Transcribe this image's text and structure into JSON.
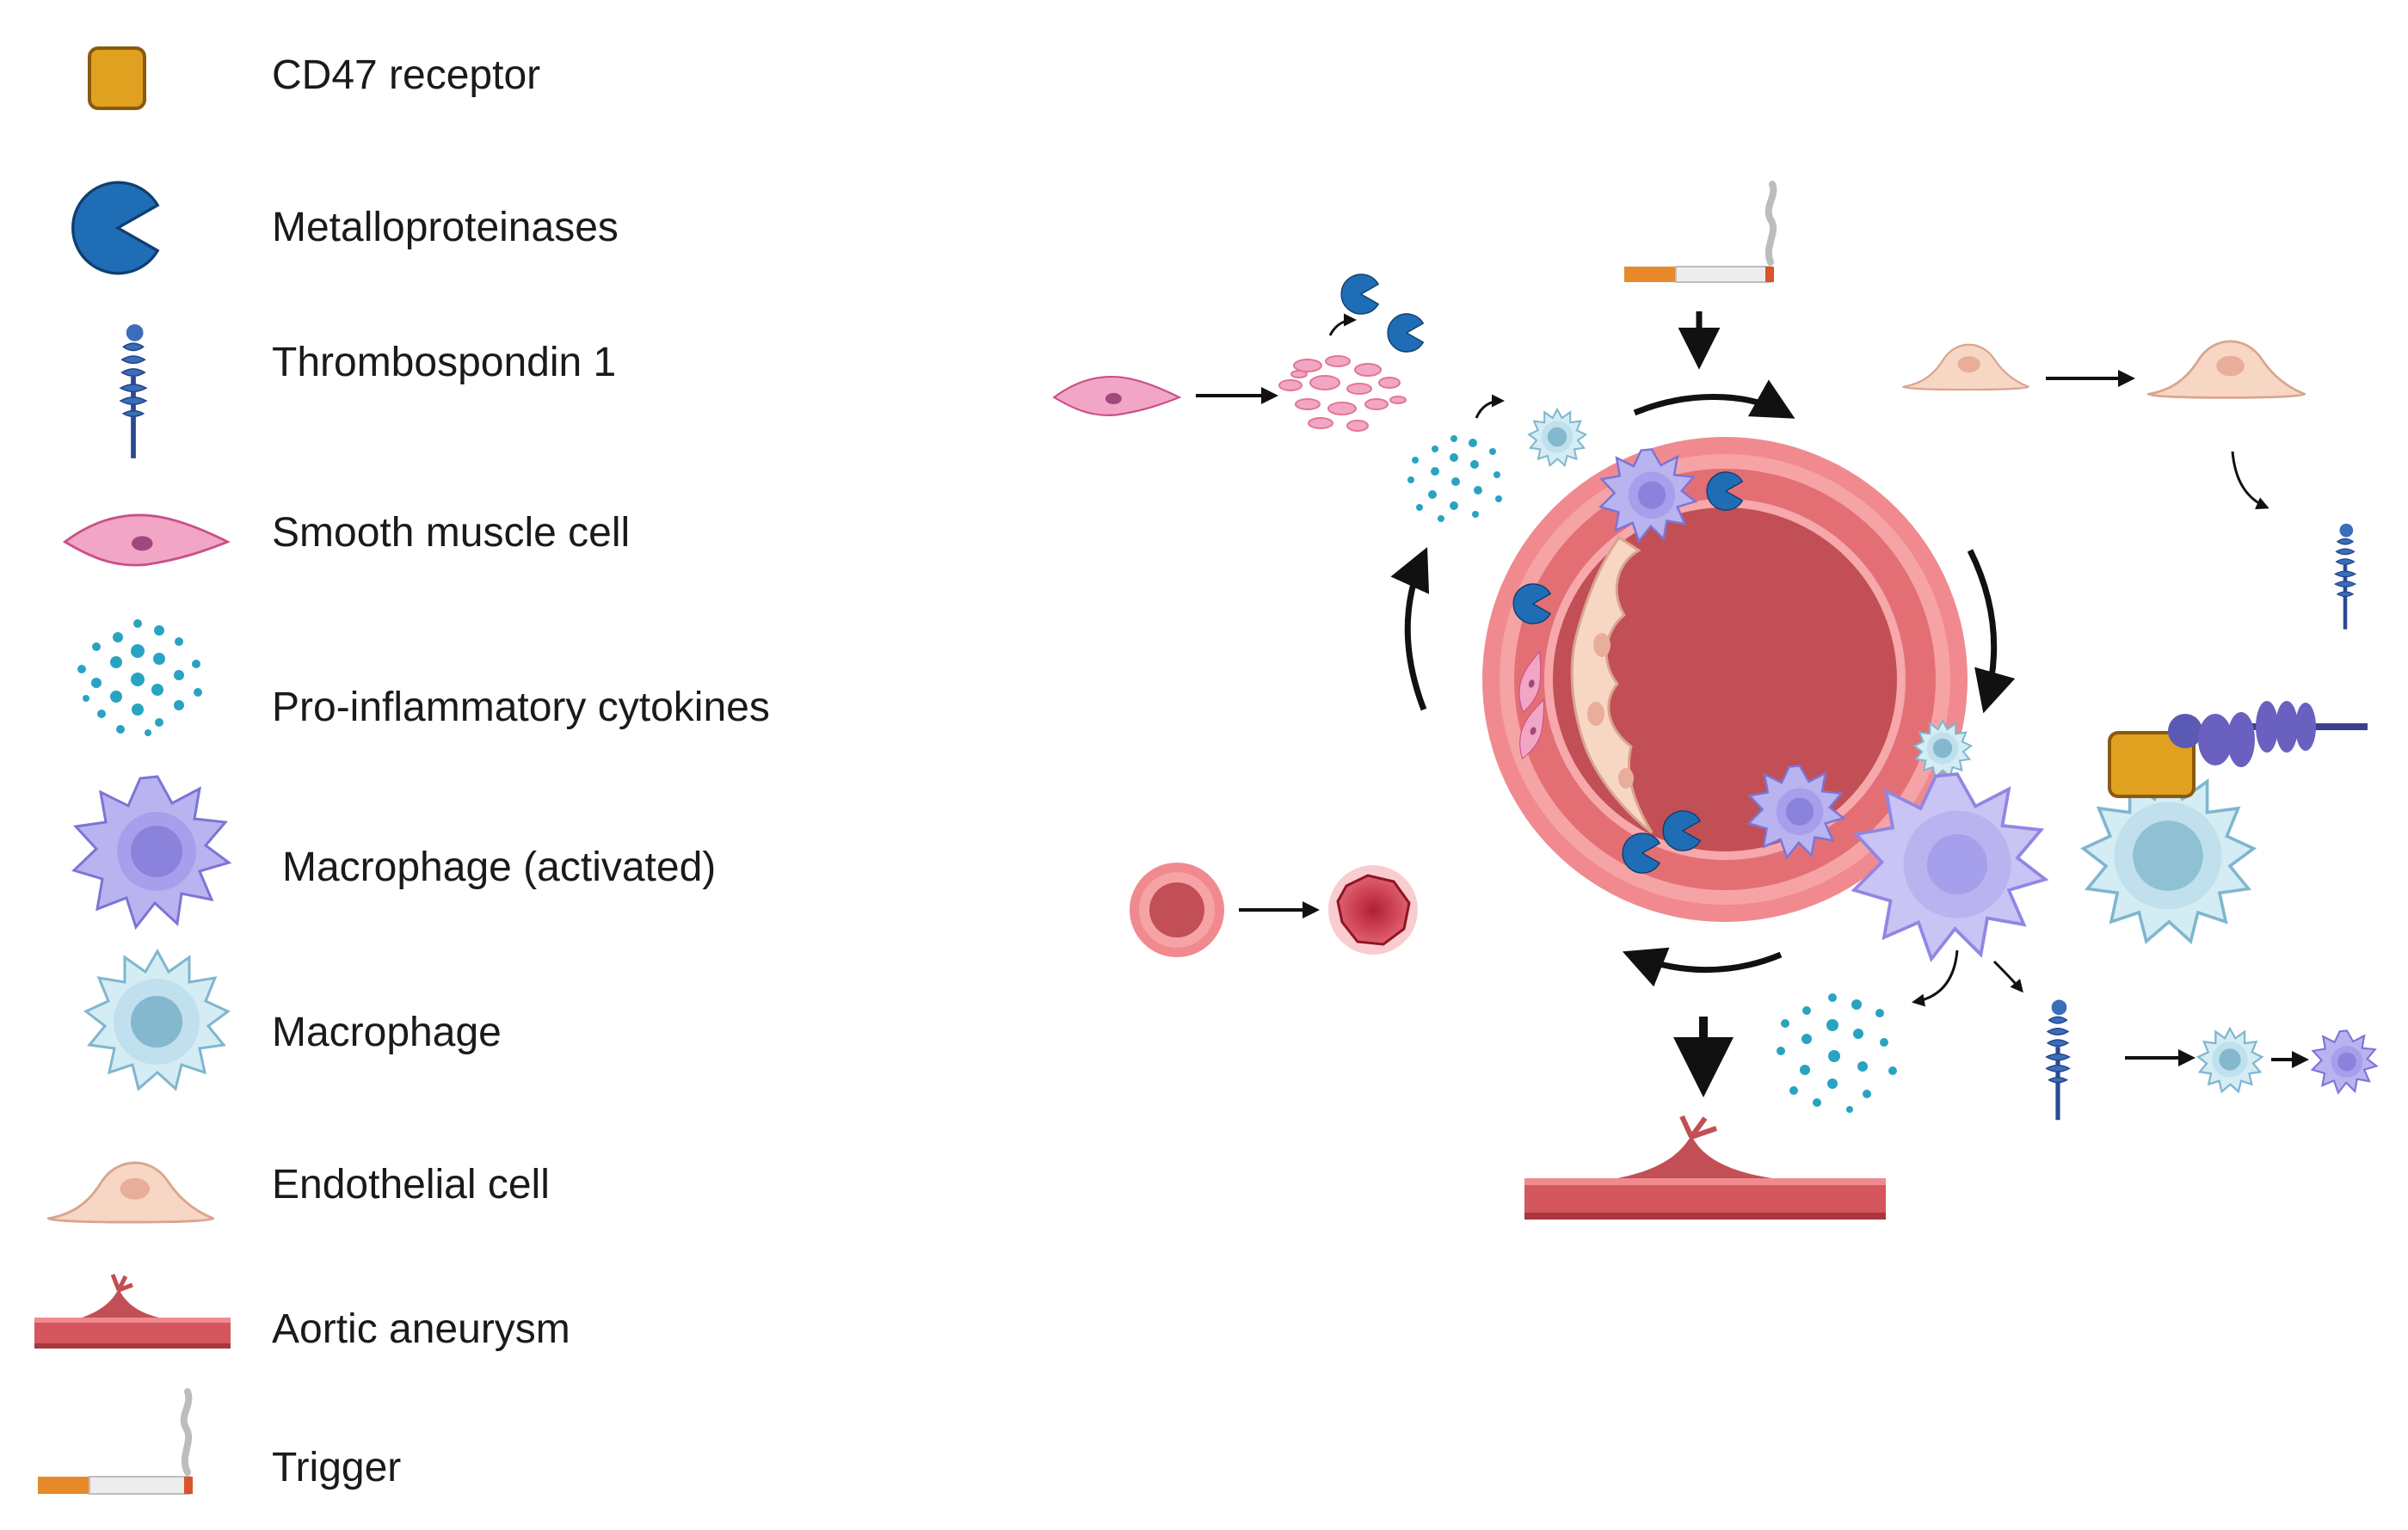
{
  "legend": {
    "items": [
      {
        "key": "cd47",
        "label": "CD47 receptor",
        "icon": "cd47-receptor-icon"
      },
      {
        "key": "mmp",
        "label": "Metalloproteinases",
        "icon": "metalloproteinase-icon"
      },
      {
        "key": "tsp1",
        "label": "Thrombospondin 1",
        "icon": "thrombospondin-icon"
      },
      {
        "key": "smc",
        "label": "Smooth muscle cell",
        "icon": "smooth-muscle-cell-icon"
      },
      {
        "key": "cyto",
        "label": "Pro-inflammatory cytokines",
        "icon": "cytokines-icon"
      },
      {
        "key": "macro_act",
        "label": "Macrophage (activated)",
        "icon": "activated-macrophage-icon"
      },
      {
        "key": "macro",
        "label": "Macrophage",
        "icon": "macrophage-icon"
      },
      {
        "key": "endo",
        "label": "Endothelial cell",
        "icon": "endothelial-cell-icon"
      },
      {
        "key": "aneurysm",
        "label": "Aortic aneurysm",
        "icon": "aortic-aneurysm-icon"
      },
      {
        "key": "trigger",
        "label": "Trigger",
        "icon": "cigarette-trigger-icon"
      }
    ]
  },
  "colors": {
    "cd47": "#E0A020",
    "mmp": "#1F6DB5",
    "tsp1": "#3B63A8",
    "smc": "#F2A6C6",
    "cytokine": "#29A3C2",
    "macro_activated": "#B9B3F0",
    "macrophage": "#BFE0EC",
    "endothelial": "#F7D3C1",
    "vessel_outer": "#F08A8F",
    "vessel_lumen": "#C24F55"
  }
}
